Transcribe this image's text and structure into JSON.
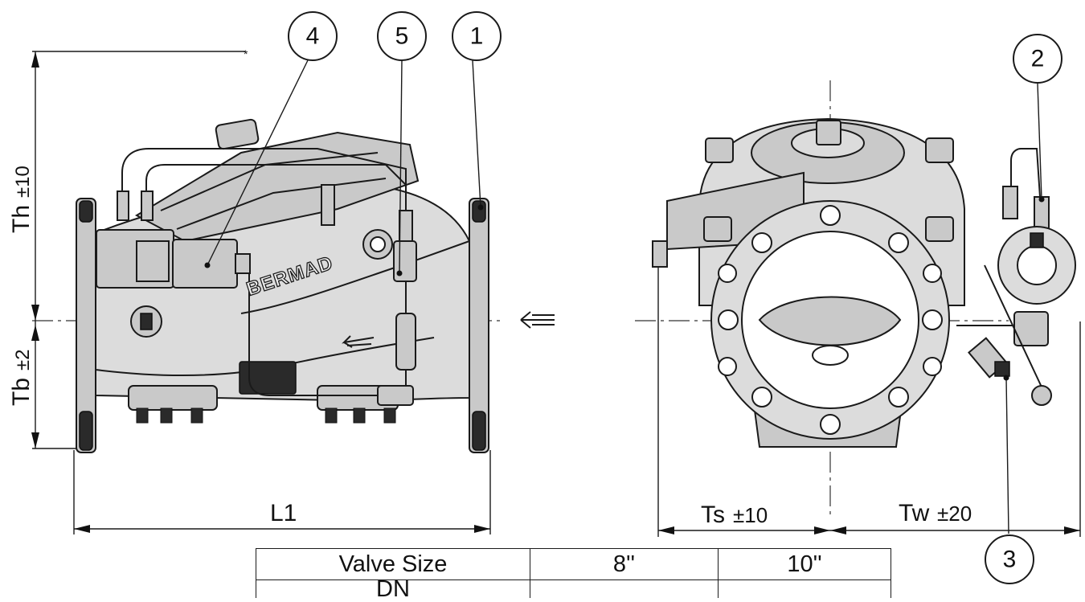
{
  "callouts": {
    "c1": "1",
    "c2": "2",
    "c3": "3",
    "c4": "4",
    "c5": "5"
  },
  "dimensions": {
    "height_top": "Th",
    "height_top_tol": "±10",
    "height_bottom": "Tb",
    "height_bottom_tol": "±2",
    "length": "L1",
    "side_left": "Ts",
    "side_left_tol": "±10",
    "side_right": "Tw",
    "side_right_tol": "±20"
  },
  "brand_text": "BERMAD",
  "table": {
    "header": [
      "Valve Size",
      "8''",
      "10''"
    ],
    "row2_first": "DN"
  },
  "marker": "*"
}
